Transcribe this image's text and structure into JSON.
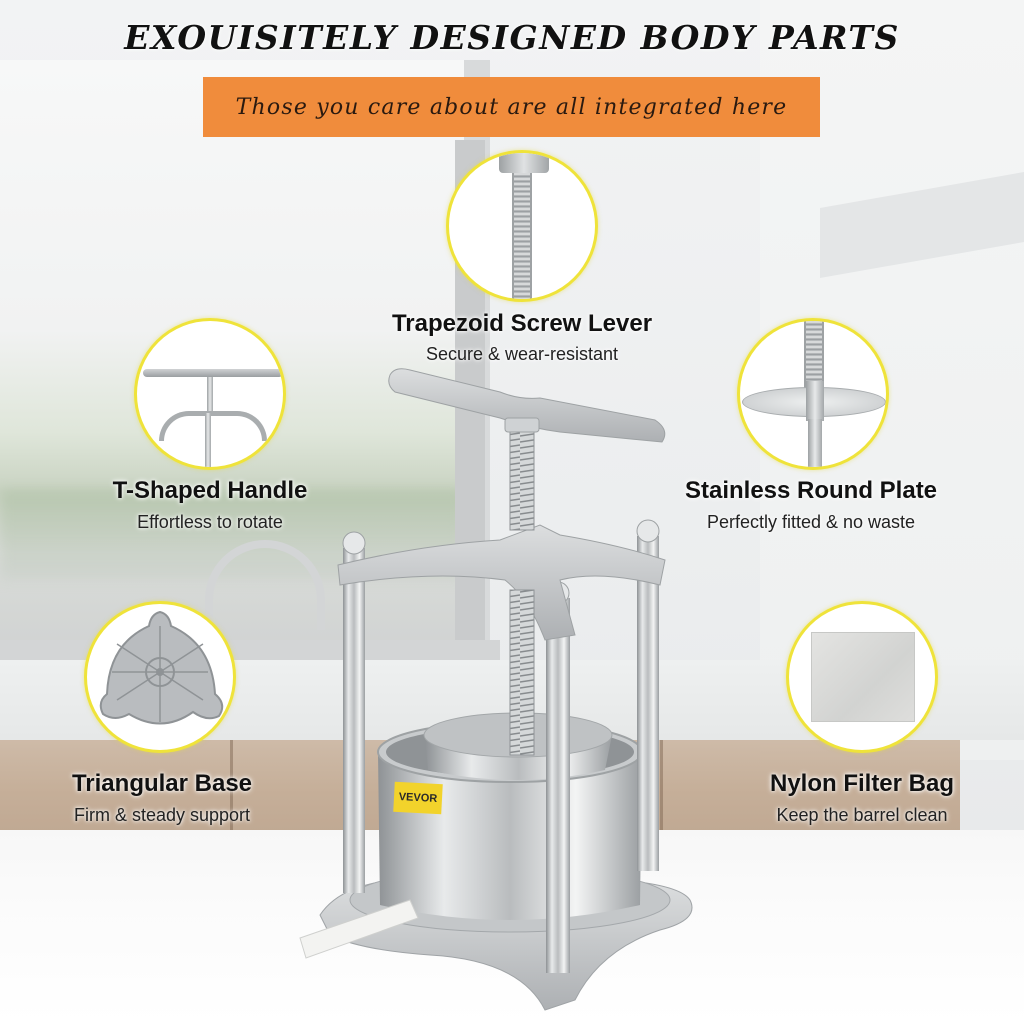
{
  "header": {
    "headline": "EXOUISITELY DESIGNED BODY PARTS",
    "banner_text": "Those you care about are all integrated here",
    "banner_color": "#f08c3c"
  },
  "features": [
    {
      "id": "trapezoid-screw-lever",
      "title": "Trapezoid Screw Lever",
      "subtitle": "Secure & wear-resistant",
      "icon": "screw-rod-icon"
    },
    {
      "id": "t-shaped-handle",
      "title": "T-Shaped Handle",
      "subtitle": "Effortless to rotate",
      "icon": "t-handle-icon"
    },
    {
      "id": "stainless-round-plate",
      "title": "Stainless Round Plate",
      "subtitle": "Perfectly fitted & no waste",
      "icon": "round-plate-icon"
    },
    {
      "id": "triangular-base",
      "title": "Triangular Base",
      "subtitle": "Firm & steady support",
      "icon": "triangular-base-icon"
    },
    {
      "id": "nylon-filter-bag",
      "title": "Nylon Filter Bag",
      "subtitle": "Keep the barrel clean",
      "icon": "filter-bag-icon"
    }
  ],
  "product": {
    "brand_label": "VEVOR",
    "brand_label_color": "#f2d32b",
    "circle_border_color": "#efe33a"
  }
}
